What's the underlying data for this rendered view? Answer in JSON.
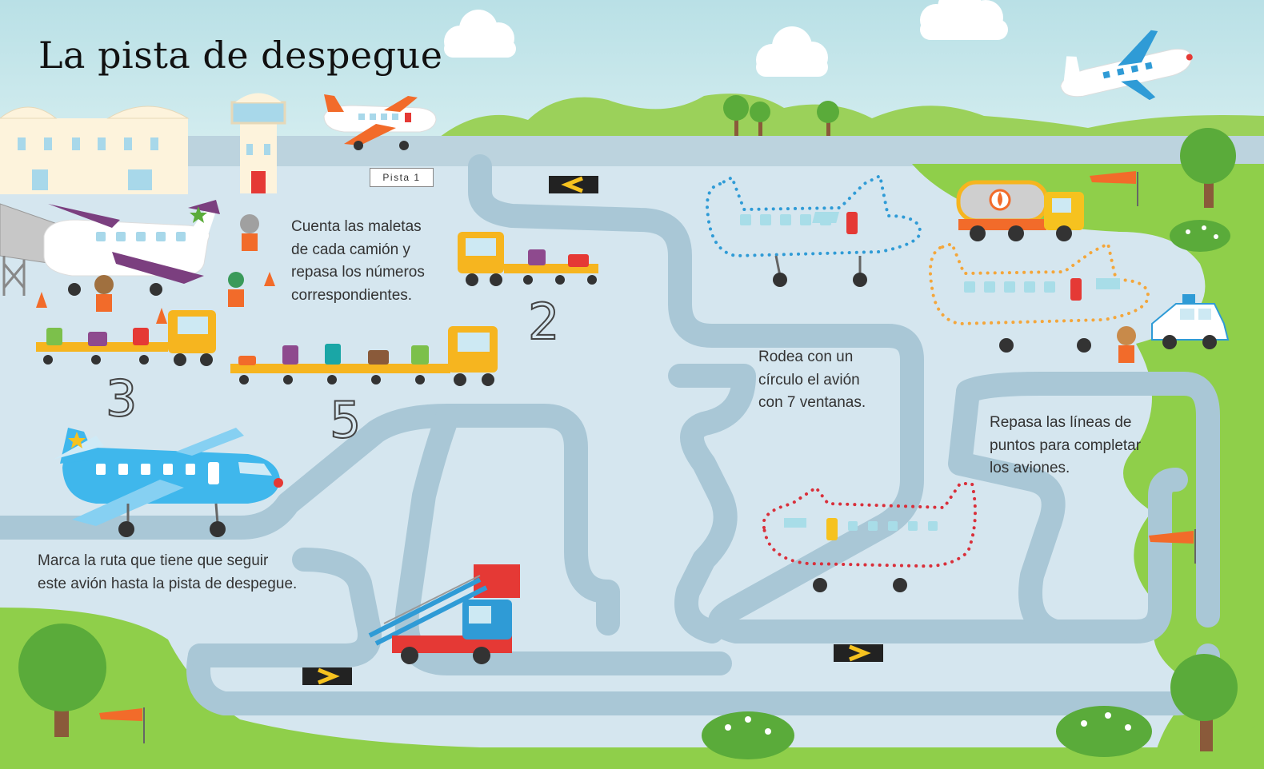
{
  "title": "La pista de despegue",
  "instructions": {
    "count_luggage": "Cuenta las maletas\nde cada camión y\nrepasa los números\ncorrespondientes.",
    "circle_plane": "Rodea con un\ncírculo el avión\ncon 7 ventanas.",
    "trace_lines": "Repasa las líneas de\npuntos para completar\nlos aviones.",
    "mark_route": "Marca la ruta que tiene que seguir\neste avión hasta la pista de despegue."
  },
  "signs": {
    "runway": "Pista 1"
  },
  "tracing_numbers": [
    "2",
    "3",
    "5"
  ],
  "colors": {
    "sky": "#c8e6ec",
    "apron": "#d5e6ef",
    "road": "#a9c7d6",
    "grass": "#8fcf4a",
    "hill": "#9bd15a",
    "blue_plane": "#3fb7ec",
    "dotted_blue": "#2f9bd6",
    "dotted_orange": "#f4a63a",
    "dotted_red": "#d92f3a",
    "luggage_cart": "#f6b51f"
  },
  "icons": [
    "cloud-icon",
    "airplane-icon",
    "control-tower-icon",
    "terminal-icon",
    "tree-icon",
    "windsock-icon",
    "fuel-truck-icon",
    "baggage-cart-icon",
    "stairs-truck-icon",
    "police-car-icon",
    "traffic-cone-icon",
    "chevron-sign-icon"
  ]
}
